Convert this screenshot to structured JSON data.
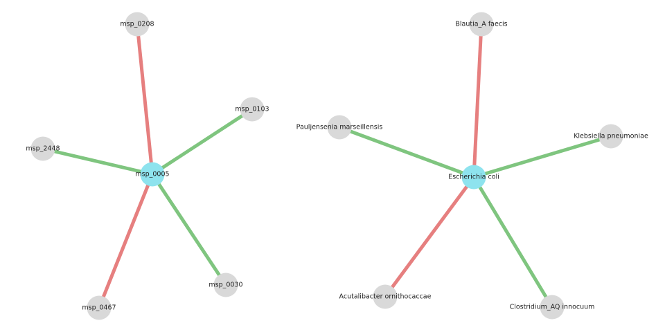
{
  "colors": {
    "positive": "#7fc57f",
    "negative": "#e67f7f",
    "hub": "#8ee3ee",
    "node": "#d9d9d9"
  },
  "networks": [
    {
      "hub": "msp_0005",
      "neighbors": [
        {
          "label": "msp_0208",
          "sign": "negative"
        },
        {
          "label": "msp_0103",
          "sign": "positive"
        },
        {
          "label": "msp_2448",
          "sign": "positive"
        },
        {
          "label": "msp_0030",
          "sign": "positive"
        },
        {
          "label": "msp_0467",
          "sign": "negative"
        }
      ]
    },
    {
      "hub": "Escherichia coli",
      "neighbors": [
        {
          "label": "Blautia_A faecis",
          "sign": "negative"
        },
        {
          "label": "Pauljensenia marseillensis",
          "sign": "positive"
        },
        {
          "label": "Klebsiella pneumoniae",
          "sign": "positive"
        },
        {
          "label": "Acutalibacter ornithocaccae",
          "sign": "negative"
        },
        {
          "label": "Clostridium_AQ innocuum",
          "sign": "positive"
        }
      ]
    }
  ]
}
